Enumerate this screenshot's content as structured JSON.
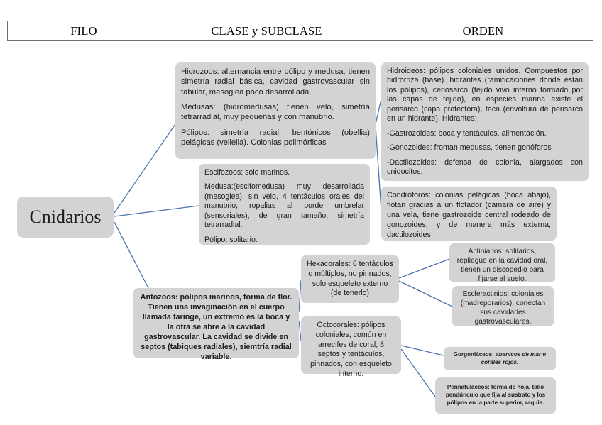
{
  "header": {
    "columns": [
      {
        "label": "FILO"
      },
      {
        "label": "CLASE y SUBCLASE"
      },
      {
        "label": "ORDEN"
      }
    ]
  },
  "root": {
    "label": "Cnidarios"
  },
  "nodes": {
    "hidrozoos": {
      "p1": "Hidrozoos: alternancia entre pólipo y medusa, tienen simetría radial básica, cavidad gastrovascular sin tabular, mesoglea poco desarrollada.",
      "p2": "Medusas: (hidromedusas) tienen velo, simetría tetrarradial, muy pequeñas y con manubrio.",
      "p3": "Pólipos: simetría radial, bentónicos (obellia) pelágicas (vellella). Colonias polimórficas"
    },
    "escifozoos": {
      "p1": "Escifozoos: solo marinos.",
      "p2": "Medusa:(escifomedusa) muy desarrollada (mesoglea), sin velo, 4 tentáculos orales del manubrio, ropalias al borde umbrelar (sensoriales), de gran tamaño, simetría tetrarradial.",
      "p3": "Pólipo: solitario."
    },
    "antozoos": {
      "p1": "Antozoos: pólipos marinos, forma de flor. Tienen una invaginación en el cuerpo llamada faringe, un extremo es la boca y la otra se abre a la cavidad gastrovascular. La cavidad se divide en septos (tabiques radiales), siemtría radial variable."
    },
    "hidroideos": {
      "p1": "Hidroideos: pólipos coloniales unidos. Compuestos por hidrorriza (base). hidrantes (ramificaciones donde están los pólipos), cenosarco (tejido vivo interno formado por las capas de tejido), en especies marina existe el perisarco (capa protectora), teca (envoltura de perisarco en un hidrante). Hidrantes:",
      "p2": "-Gastrozoides: boca y tentáculos, alimentación.",
      "p3": "-Gonozoides: froman medusas, tienen gonóforos",
      "p4": "-Dactilozoides: defensa de colonia, alargados con cnidocitos."
    },
    "condroforos": {
      "p1": "Condróforos: colonias pelágicas (boca abajo), flotan gracias a un flotador (cámara de aire) y una vela, tiene gastrozoide central rodeado de gonozoides, y de manera más externa, dactilozoides"
    },
    "hexacorales": {
      "p1": "Hexacorales: 6 tentáculos o múltiplos, no pinnados, solo esqueleto externo (de tenerlo)"
    },
    "octocorales": {
      "p1": "Octocorales: pólipos coloniales, común en arrecifes de coral, 8 septos y tentáculos, pinnados, con esqueleto interno."
    },
    "actiniarios": {
      "p1": "Actiniarios: solitarios, repliegue en la cavidad oral, tienen un discopedio para fijarse al suelo."
    },
    "escleractinios": {
      "p1": "Escleractinios: coloniales (madreporarios), conectan sus cavidades gastrovasculares."
    },
    "gorgoniaceos": {
      "label": "Gorgoniáceos: ",
      "italic": "abanicos de mar o corales rojos."
    },
    "pennatulaceos": {
      "p1": "Pennatuláceos: forma de hoja, tallo pendúnculo que fija al sustrato y los pólipos en la parte superior, raquis."
    }
  },
  "style": {
    "node_fill": "#d3d3d3",
    "connector_color": "#4a72b0",
    "table_border": "#6e6e6e"
  }
}
